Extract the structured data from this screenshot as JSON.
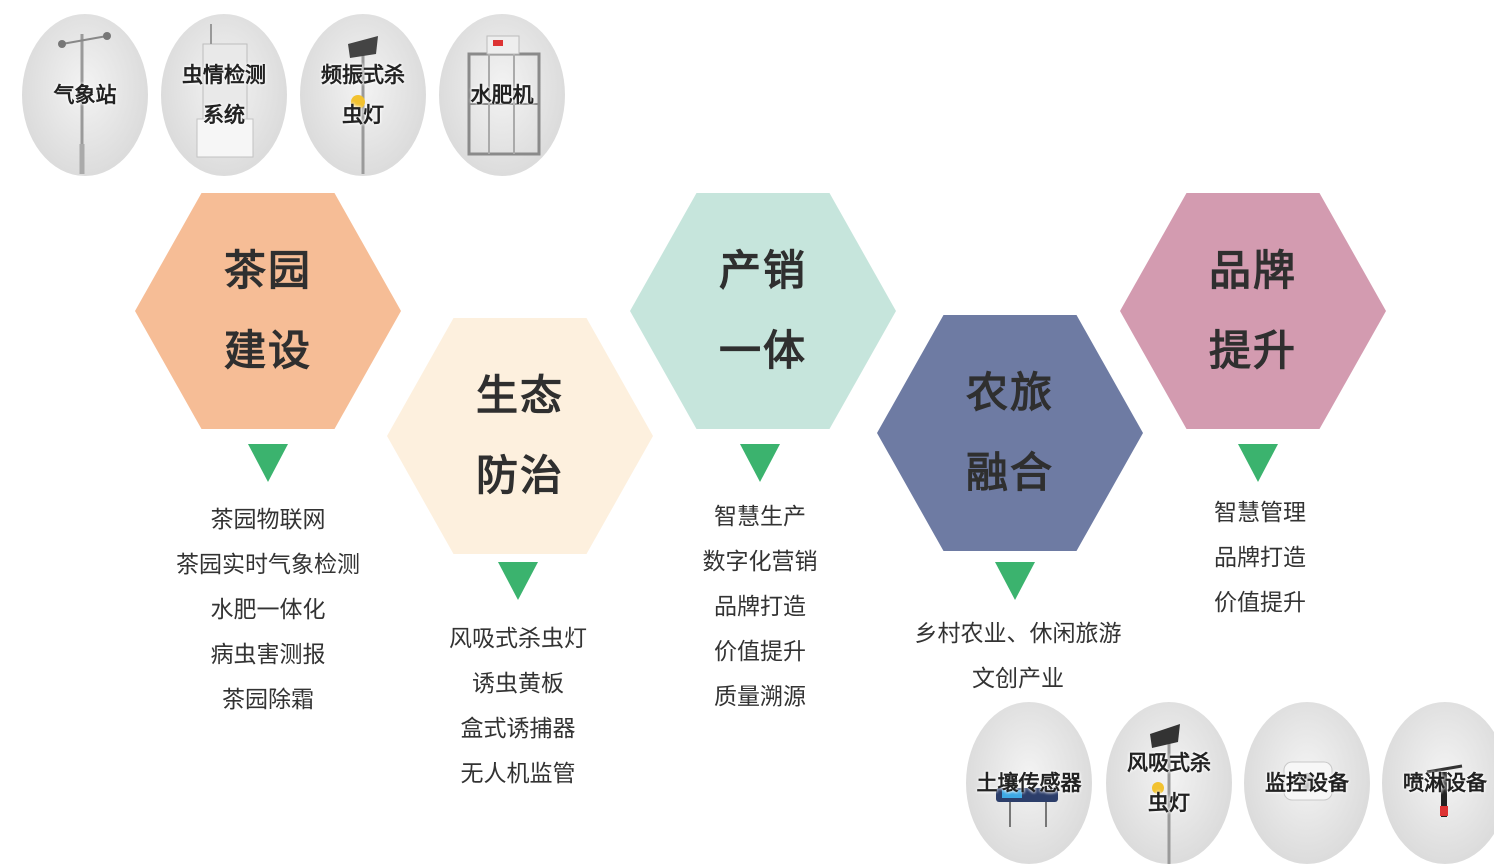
{
  "top_devices": [
    {
      "label": [
        "气象站"
      ],
      "icon": "weather-station-icon"
    },
    {
      "label": [
        "虫情检测",
        "系统"
      ],
      "icon": "insect-monitor-icon"
    },
    {
      "label": [
        "频振式杀",
        "虫灯"
      ],
      "icon": "insect-lamp-icon"
    },
    {
      "label": [
        "水肥机"
      ],
      "icon": "fertigation-machine-icon"
    }
  ],
  "stages": [
    {
      "title": [
        "茶园",
        "建设"
      ],
      "color": "#f6bd96",
      "items": [
        "茶园物联网",
        "茶园实时气象检测",
        "水肥一体化",
        "病虫害测报",
        "茶园除霜"
      ]
    },
    {
      "title": [
        "生态",
        "防治"
      ],
      "color": "#fdf0de",
      "items": [
        "风吸式杀虫灯",
        "诱虫黄板",
        "盒式诱捕器",
        "无人机监管"
      ]
    },
    {
      "title": [
        "产销",
        "一体"
      ],
      "color": "#c6e5dc",
      "items": [
        "智慧生产",
        "数字化营销",
        "品牌打造",
        "价值提升",
        "质量溯源"
      ]
    },
    {
      "title": [
        "农旅",
        "融合"
      ],
      "color": "#6e7ba3",
      "items": [
        "乡村农业、休闲旅游",
        "文创产业"
      ]
    },
    {
      "title": [
        "品牌",
        "提升"
      ],
      "color": "#d39bb0",
      "items": [
        "智慧管理",
        "品牌打造",
        "价值提升"
      ]
    }
  ],
  "bottom_devices": [
    {
      "label": [
        "土壤传感器"
      ],
      "icon": "soil-sensor-icon"
    },
    {
      "label": [
        "风吸式杀",
        "虫灯"
      ],
      "icon": "suction-insect-lamp-icon"
    },
    {
      "label": [
        "监控设备"
      ],
      "icon": "camera-icon"
    },
    {
      "label": [
        "喷淋设备"
      ],
      "icon": "sprinkler-icon"
    }
  ],
  "colors": {
    "arrow": "#3bb36e"
  }
}
